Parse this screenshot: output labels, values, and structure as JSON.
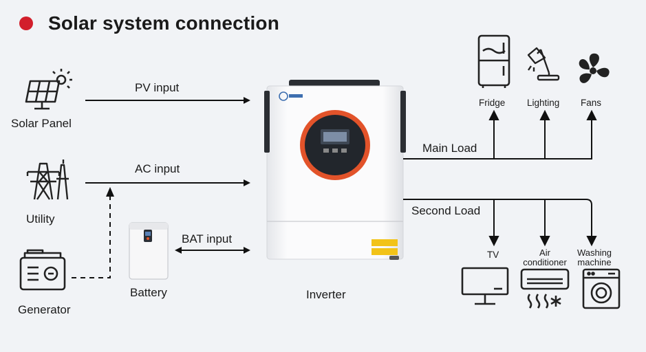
{
  "title": "Solar system connection",
  "colors": {
    "accent": "#d21e2b",
    "ring": "#e2532a",
    "line": "#111111"
  },
  "sources": {
    "solar_panel": "Solar Panel",
    "utility": "Utility",
    "generator": "Generator",
    "battery": "Battery"
  },
  "inputs": {
    "pv": "PV input",
    "ac": "AC input",
    "bat": "BAT input"
  },
  "inverter": "Inverter",
  "main_load": {
    "label": "Main Load",
    "items": [
      "Fridge",
      "Lighting",
      "Fans"
    ]
  },
  "second_load": {
    "label": "Second Load",
    "items": [
      "TV",
      "Air conditioner",
      "Washing machine"
    ]
  },
  "icons": [
    "solar-panel-icon",
    "utility-tower-icon",
    "generator-icon",
    "battery-icon",
    "inverter-icon",
    "fridge-icon",
    "lamp-icon",
    "fan-icon",
    "tv-icon",
    "air-conditioner-icon",
    "washing-machine-icon"
  ]
}
